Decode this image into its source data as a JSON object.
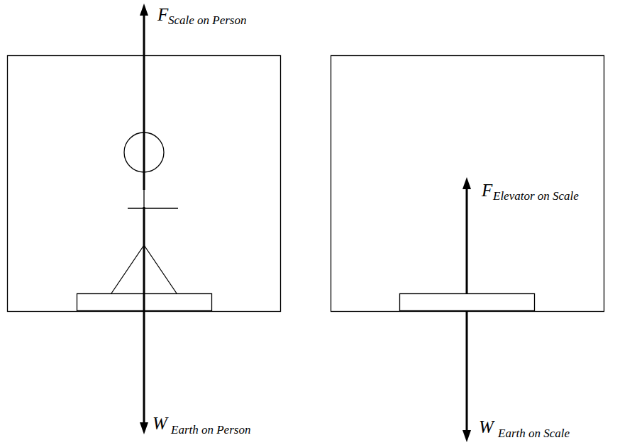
{
  "diagram": {
    "labels": [
      "F",
      "Scale on Person",
      "W",
      "Earth on Person",
      "F",
      "Elevator on Scale",
      "W",
      "Earth on Scale"
    ]
  }
}
